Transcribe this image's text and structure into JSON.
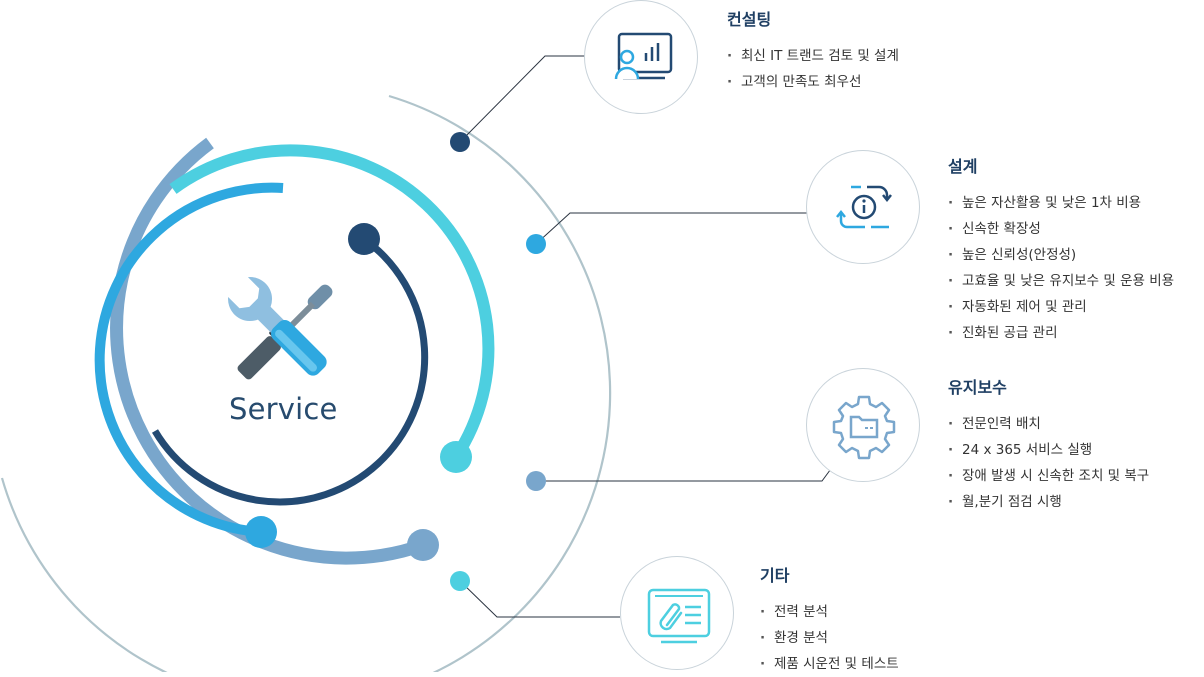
{
  "center": {
    "label": "Service"
  },
  "colors": {
    "navy": "#234a73",
    "blue": "#2ea8e0",
    "cyan": "#4dcfe0",
    "steel": "#79a6cc",
    "grey_line": "#b0c4cb",
    "title": "#1f3f63"
  },
  "services": [
    {
      "key": "consulting",
      "icon": "presentation-analytics-icon",
      "title": "컨설팅",
      "items": [
        "최신 IT 트랜드 검토 및 설계",
        "고객의 만족도 최우선"
      ]
    },
    {
      "key": "design",
      "icon": "info-cycle-icon",
      "title": "설계",
      "items": [
        "높은 자산활용 및 낮은 1차 비용",
        "신속한 확장성",
        "높은 신뢰성(안정성)",
        "고효율 및 낮은 유지보수 및 운용 비용",
        "자동화된 제어 및 관리",
        "진화된 공급 관리"
      ]
    },
    {
      "key": "maintenance",
      "icon": "gear-folder-icon",
      "title": "유지보수",
      "items": [
        "전문인력 배치",
        "24 x 365 서비스 실행",
        "장애 발생 시 신속한 조치 및 복구",
        "월,분기 점검 시행"
      ]
    },
    {
      "key": "etc",
      "icon": "attachment-document-icon",
      "title": "기타",
      "items": [
        "전력 분석",
        "환경 분석",
        "제품 시운전 및 테스트"
      ]
    }
  ]
}
